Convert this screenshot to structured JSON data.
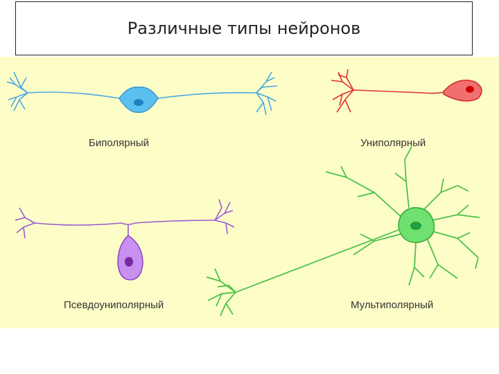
{
  "title": "Различные типы нейронов",
  "neurons": [
    {
      "id": "bipolar",
      "label": "Биполярный",
      "color": "#4aa8e0",
      "fill": "#5bc0f0",
      "nucleus": "#1f7fc0"
    },
    {
      "id": "unipolar",
      "label": "Униполярный",
      "color": "#e03030",
      "fill": "#f07070",
      "nucleus": "#d00000"
    },
    {
      "id": "pseudounipolar",
      "label": "Псевдоуниполярный",
      "color": "#9a5ad0",
      "fill": "#c890f0",
      "nucleus": "#7a2aa0"
    },
    {
      "id": "multipolar",
      "label": "Мультиполярный",
      "color": "#44c044",
      "fill": "#70e070",
      "nucleus": "#20a040"
    }
  ]
}
